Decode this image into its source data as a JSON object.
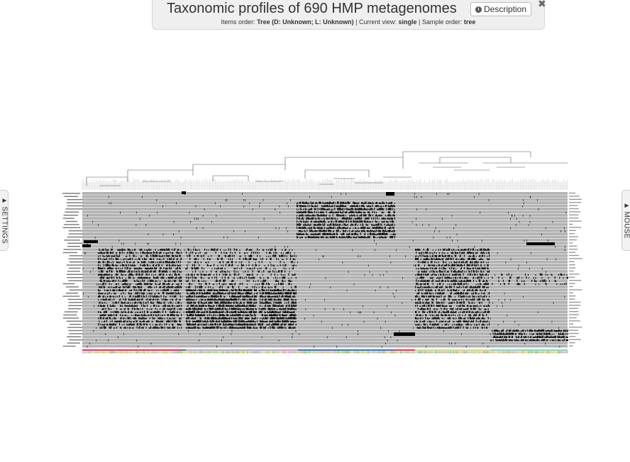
{
  "title": "Taxonomic profiles of 690 HMP metagenomes",
  "description_button": "Description",
  "close_glyph": "✖",
  "status": {
    "items_order_label": "Items order:",
    "items_order_value": "Tree (D: Unknown; L: Unknown)",
    "current_view_label": "Current view:",
    "current_view_value": "single",
    "sample_order_label": "Sample order:",
    "sample_order_value": "tree",
    "separator": "|"
  },
  "left_tab": {
    "label": "▲ SETTINGS",
    "icon": "triangle-up-icon"
  },
  "right_tab": {
    "label": "▲ MOUSE",
    "icon": "triangle-up-icon"
  },
  "colors": {
    "layer_background": "#b2b2b2",
    "bar": "#000000",
    "tree": "#555555"
  },
  "sample_count": 690
}
